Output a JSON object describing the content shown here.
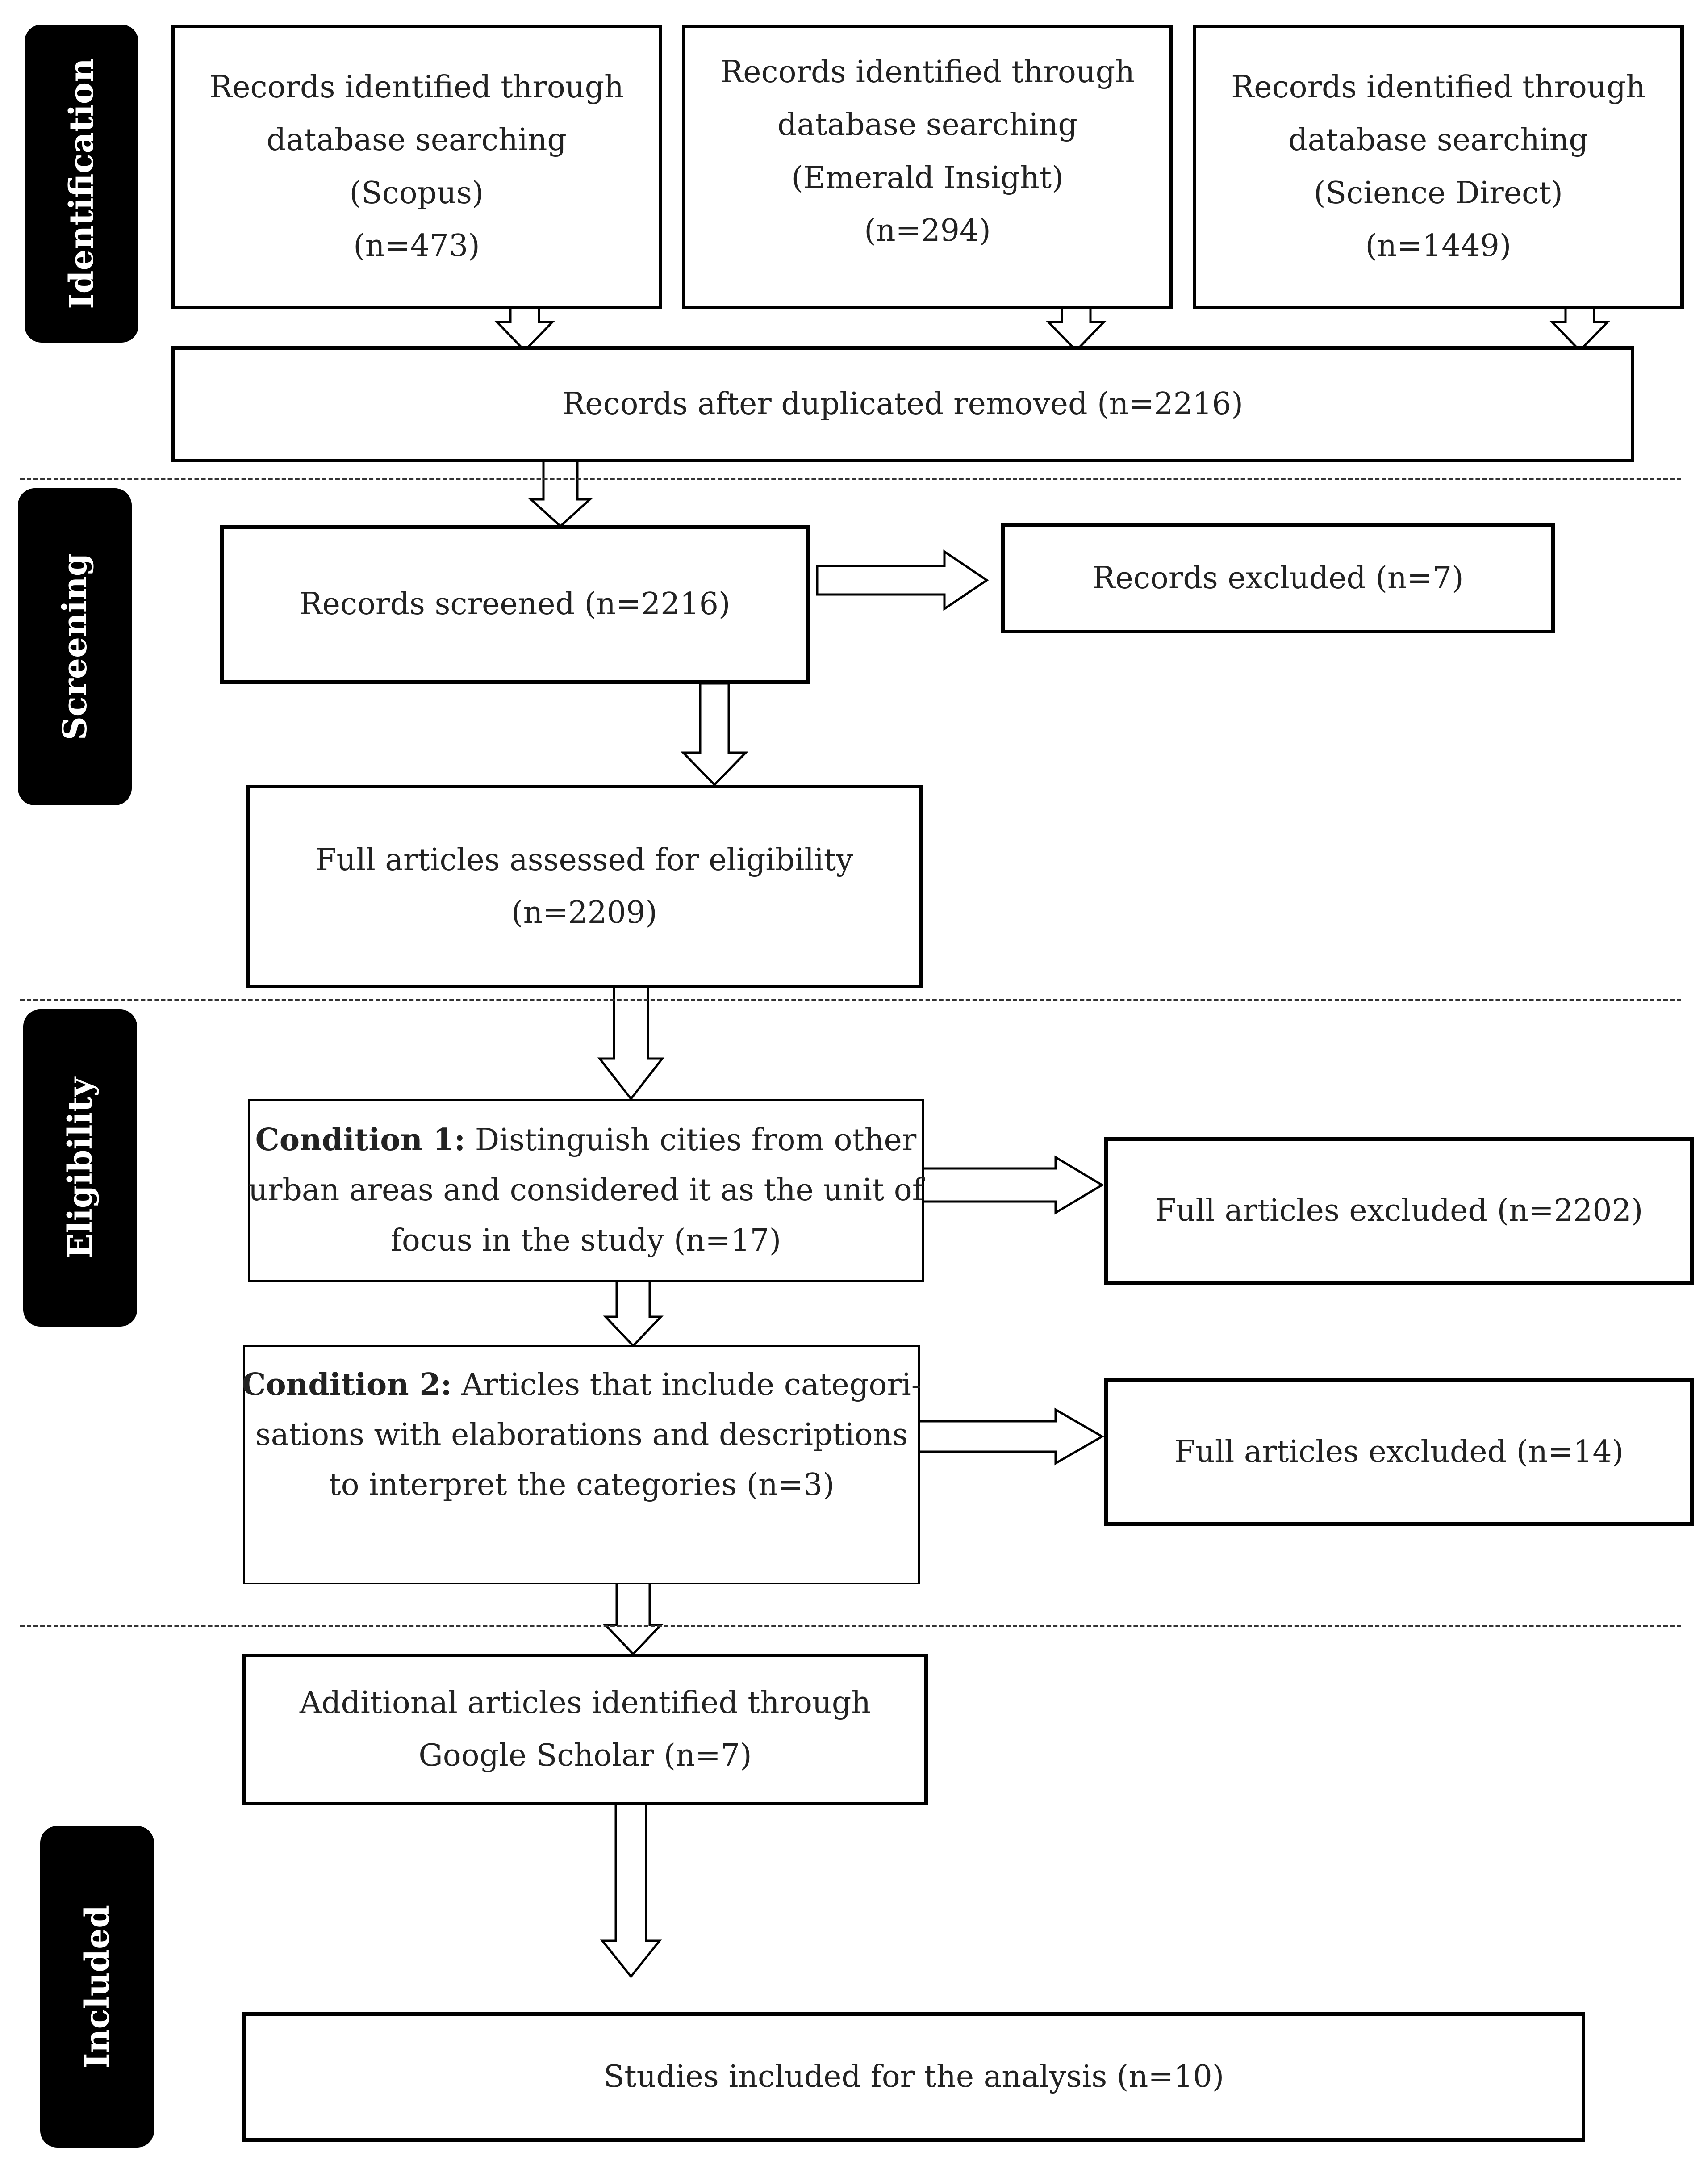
{
  "stages": {
    "identification": "Identification",
    "screening": "Screening",
    "eligibility": "Eligibility",
    "included": "Included"
  },
  "identification": {
    "scopus": [
      "Records identified through",
      "database searching",
      "(Scopus)",
      "(n=473)"
    ],
    "emerald": [
      "Records identified through",
      "database searching",
      "(Emerald Insight)",
      "(n=294)"
    ],
    "science_direct": [
      "Records identified through",
      "database searching",
      "(Science Direct)",
      "(n=1449)"
    ],
    "after_duplicates": "Records after duplicated removed (n=2216)"
  },
  "screening": {
    "screened": "Records screened (n=2216)",
    "excluded": "Records excluded (n=7)",
    "full_assessed": [
      "Full articles assessed for eligibility",
      "(n=2209)"
    ]
  },
  "eligibility": {
    "condition1": {
      "label": "Condition 1:",
      "lines": [
        " Distinguish cities from other",
        "urban areas and considered it as the unit of",
        "focus in the study (n=17)"
      ]
    },
    "excluded1": "Full articles excluded (n=2202)",
    "condition2": {
      "label": "Condition 2:",
      "lines": [
        " Articles that include categori-",
        "sations with elaborations and descriptions",
        "to interpret the categories (n=3)"
      ]
    },
    "excluded2": "Full articles excluded (n=14)",
    "additional": [
      "Additional articles identified through",
      "Google Scholar (n=7)"
    ]
  },
  "included": {
    "studies": "Studies included for the analysis (n=10)"
  }
}
